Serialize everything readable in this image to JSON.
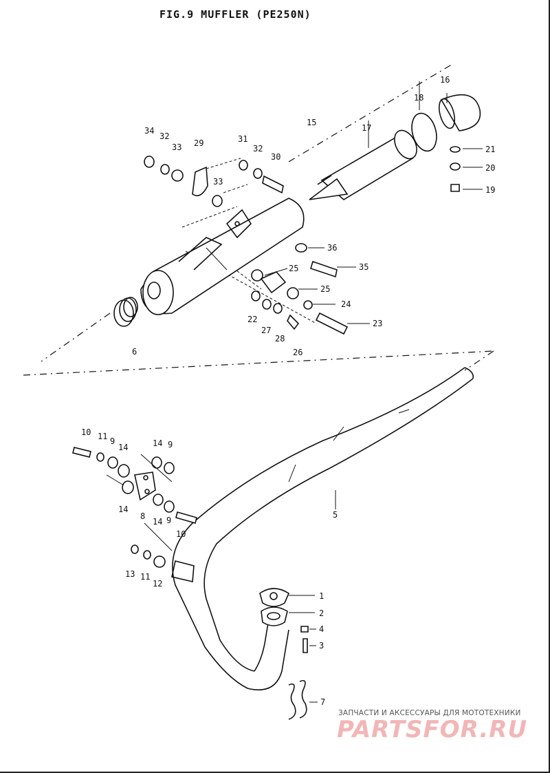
{
  "figure": {
    "title": "FIG.9  MUFFLER  (PE250N)"
  },
  "labels": [
    {
      "id": "1",
      "text": "1"
    },
    {
      "id": "2",
      "text": "2"
    },
    {
      "id": "3",
      "text": "3"
    },
    {
      "id": "4",
      "text": "4"
    },
    {
      "id": "5",
      "text": "5"
    },
    {
      "id": "6",
      "text": "6"
    },
    {
      "id": "7",
      "text": "7"
    },
    {
      "id": "8",
      "text": "8"
    },
    {
      "id": "9a",
      "text": "9"
    },
    {
      "id": "9b",
      "text": "9"
    },
    {
      "id": "9c",
      "text": "9"
    },
    {
      "id": "10a",
      "text": "10"
    },
    {
      "id": "10b",
      "text": "10"
    },
    {
      "id": "11a",
      "text": "11"
    },
    {
      "id": "11b",
      "text": "11"
    },
    {
      "id": "12",
      "text": "12"
    },
    {
      "id": "13",
      "text": "13"
    },
    {
      "id": "14a",
      "text": "14"
    },
    {
      "id": "14b",
      "text": "14"
    },
    {
      "id": "14c",
      "text": "14"
    },
    {
      "id": "14d",
      "text": "14"
    },
    {
      "id": "15",
      "text": "15"
    },
    {
      "id": "16",
      "text": "16"
    },
    {
      "id": "17",
      "text": "17"
    },
    {
      "id": "18",
      "text": "18"
    },
    {
      "id": "19",
      "text": "19"
    },
    {
      "id": "20",
      "text": "20"
    },
    {
      "id": "21",
      "text": "21"
    },
    {
      "id": "22",
      "text": "22"
    },
    {
      "id": "23",
      "text": "23"
    },
    {
      "id": "24",
      "text": "24"
    },
    {
      "id": "25a",
      "text": "25"
    },
    {
      "id": "25b",
      "text": "25"
    },
    {
      "id": "26",
      "text": "26"
    },
    {
      "id": "27",
      "text": "27"
    },
    {
      "id": "28",
      "text": "28"
    },
    {
      "id": "29",
      "text": "29"
    },
    {
      "id": "30",
      "text": "30"
    },
    {
      "id": "31",
      "text": "31"
    },
    {
      "id": "32a",
      "text": "32"
    },
    {
      "id": "32b",
      "text": "32"
    },
    {
      "id": "33a",
      "text": "33"
    },
    {
      "id": "33b",
      "text": "33"
    },
    {
      "id": "34",
      "text": "34"
    },
    {
      "id": "35",
      "text": "35"
    },
    {
      "id": "36",
      "text": "36"
    }
  ],
  "watermark": {
    "tagline": "ЗАПЧАСТИ И АКСЕССУАРЫ ДЛЯ МОТОТЕХНИКИ",
    "brand": "PARTSFOR.RU",
    "color": "#f2b6b6"
  }
}
